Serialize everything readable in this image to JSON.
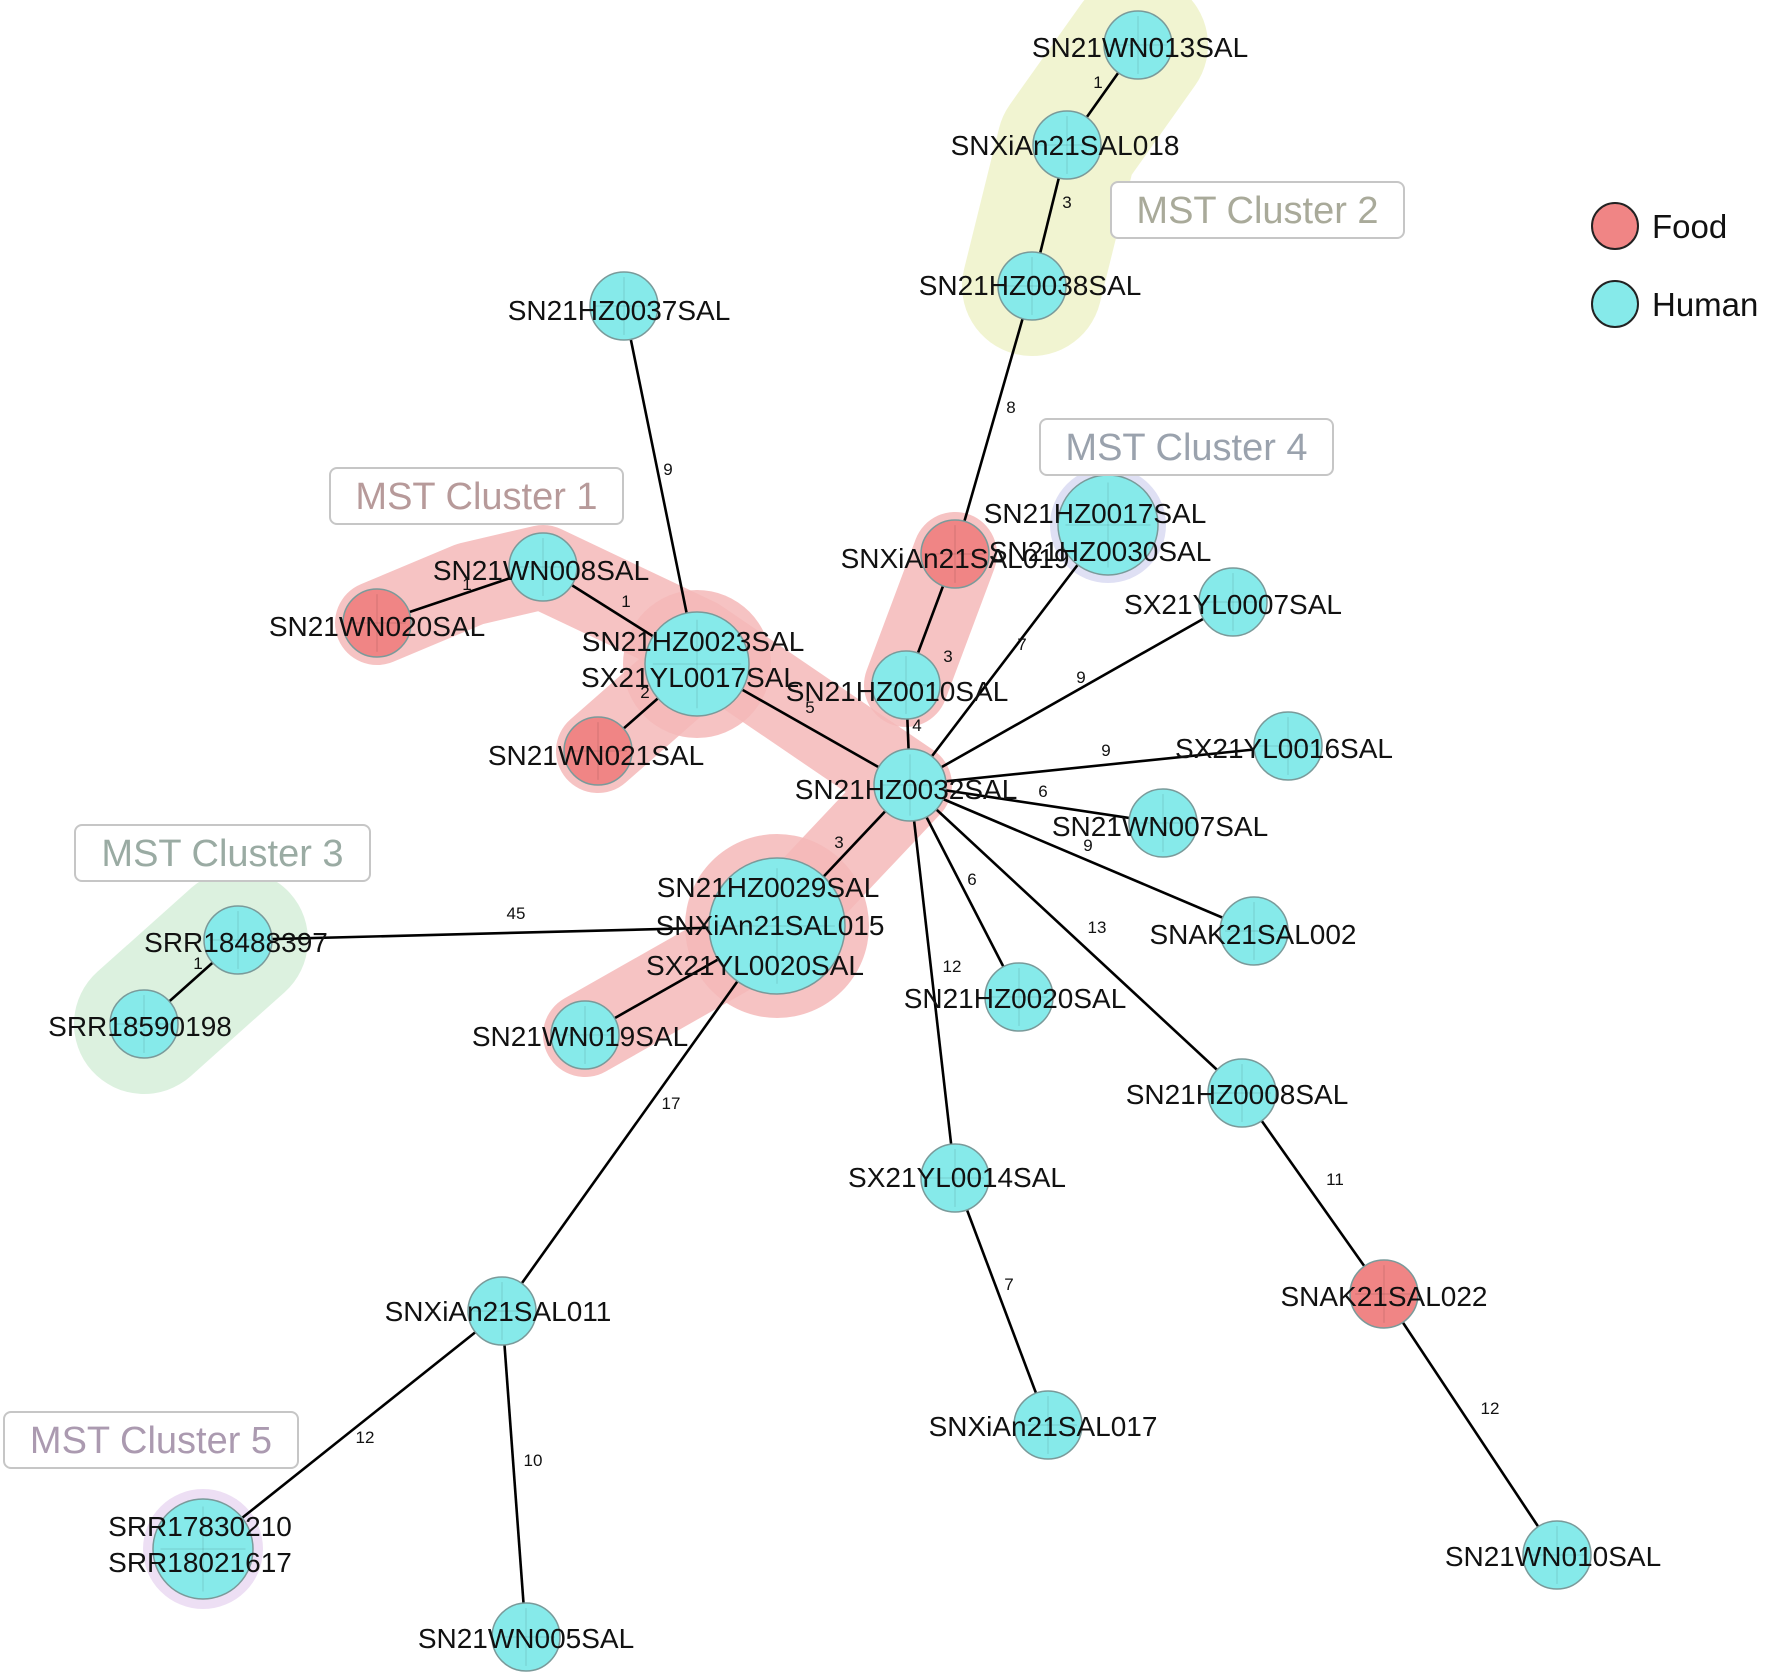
{
  "colors": {
    "Food": "#f08585",
    "Human": "#86eaea",
    "node_stroke": "#7a9a9a",
    "edge": "#000000",
    "cluster1": "#f5b9b9",
    "cluster2": "#eef2c9",
    "cluster3": "#d6efd9",
    "cluster4": "#d9dbf2",
    "cluster5": "#ead9f2"
  },
  "legend": [
    {
      "category": "Food",
      "label": "Food"
    },
    {
      "category": "Human",
      "label": "Human"
    }
  ],
  "clusters": [
    {
      "id": "c1",
      "label": "MST Cluster 1",
      "color": "cluster1",
      "text_color": "#b79a9a"
    },
    {
      "id": "c2",
      "label": "MST Cluster 2",
      "color": "cluster2",
      "text_color": "#a9aa9a"
    },
    {
      "id": "c3",
      "label": "MST Cluster 3",
      "color": "cluster3",
      "text_color": "#9aaba3"
    },
    {
      "id": "c4",
      "label": "MST Cluster 4",
      "color": "cluster4",
      "text_color": "#9aa2ad"
    },
    {
      "id": "c5",
      "label": "MST Cluster 5",
      "color": "cluster5",
      "text_color": "#ab9ab0"
    }
  ],
  "nodes": [
    {
      "id": "n1",
      "labels": [
        "SN21WN013SAL"
      ],
      "category": "Human"
    },
    {
      "id": "n2",
      "labels": [
        "SNXiAn21SAL018"
      ],
      "category": "Human"
    },
    {
      "id": "n3",
      "labels": [
        "SN21HZ0038SAL"
      ],
      "category": "Human"
    },
    {
      "id": "n4",
      "labels": [
        "SN21HZ0037SAL"
      ],
      "category": "Human"
    },
    {
      "id": "n5",
      "labels": [
        "SNXiAn21SAL019"
      ],
      "category": "Food"
    },
    {
      "id": "n6",
      "labels": [
        "SN21HZ0017SAL",
        "SN21HZ0030SAL"
      ],
      "category": "Human"
    },
    {
      "id": "n7",
      "labels": [
        "SX21YL0007SAL"
      ],
      "category": "Human"
    },
    {
      "id": "n8",
      "labels": [
        "SN21WN008SAL"
      ],
      "category": "Human"
    },
    {
      "id": "n9",
      "labels": [
        "SN21WN020SAL"
      ],
      "category": "Food"
    },
    {
      "id": "n10",
      "labels": [
        "SN21HZ0023SAL",
        "SX21YL0017SAL"
      ],
      "category": "Human"
    },
    {
      "id": "n11",
      "labels": [
        "SN21WN021SAL"
      ],
      "category": "Food"
    },
    {
      "id": "n12",
      "labels": [
        "SN21HZ0010SAL"
      ],
      "category": "Human"
    },
    {
      "id": "n13",
      "labels": [
        "SN21HZ0032SAL"
      ],
      "category": "Human"
    },
    {
      "id": "n14",
      "labels": [
        "SX21YL0016SAL"
      ],
      "category": "Human"
    },
    {
      "id": "n15",
      "labels": [
        "SN21WN007SAL"
      ],
      "category": "Human"
    },
    {
      "id": "n16",
      "labels": [
        "SNAK21SAL002"
      ],
      "category": "Human"
    },
    {
      "id": "n17",
      "labels": [
        "SN21HZ0029SAL",
        "SNXiAn21SAL015",
        "SX21YL0020SAL"
      ],
      "category": "Human"
    },
    {
      "id": "n18",
      "labels": [
        "SRR18488397"
      ],
      "category": "Human"
    },
    {
      "id": "n19",
      "labels": [
        "SRR18590198"
      ],
      "category": "Human"
    },
    {
      "id": "n20",
      "labels": [
        "SN21WN019SAL"
      ],
      "category": "Human"
    },
    {
      "id": "n21",
      "labels": [
        "SN21HZ0020SAL"
      ],
      "category": "Human"
    },
    {
      "id": "n22",
      "labels": [
        "SN21HZ0008SAL"
      ],
      "category": "Human"
    },
    {
      "id": "n23",
      "labels": [
        "SX21YL0014SAL"
      ],
      "category": "Human"
    },
    {
      "id": "n24",
      "labels": [
        "SNXiAn21SAL011"
      ],
      "category": "Human"
    },
    {
      "id": "n25",
      "labels": [
        "SNAK21SAL022"
      ],
      "category": "Food"
    },
    {
      "id": "n26",
      "labels": [
        "SNXiAn21SAL017"
      ],
      "category": "Human"
    },
    {
      "id": "n27",
      "labels": [
        "SRR17830210",
        "SRR18021617"
      ],
      "category": "Human"
    },
    {
      "id": "n28",
      "labels": [
        "SN21WN010SAL"
      ],
      "category": "Human"
    },
    {
      "id": "n29",
      "labels": [
        "SN21WN005SAL"
      ],
      "category": "Human"
    }
  ],
  "edges": [
    {
      "source": "n1",
      "target": "n2",
      "distance": "1"
    },
    {
      "source": "n2",
      "target": "n3",
      "distance": "3"
    },
    {
      "source": "n3",
      "target": "n5",
      "distance": "8"
    },
    {
      "source": "n5",
      "target": "n12",
      "distance": "3"
    },
    {
      "source": "n12",
      "target": "n13",
      "distance": "4"
    },
    {
      "source": "n4",
      "target": "n10",
      "distance": "9"
    },
    {
      "source": "n9",
      "target": "n8",
      "distance": "1"
    },
    {
      "source": "n8",
      "target": "n10",
      "distance": "1"
    },
    {
      "source": "n10",
      "target": "n11",
      "distance": "2"
    },
    {
      "source": "n10",
      "target": "n13",
      "distance": "5"
    },
    {
      "source": "n6",
      "target": "n13",
      "distance": "7"
    },
    {
      "source": "n7",
      "target": "n13",
      "distance": "9"
    },
    {
      "source": "n14",
      "target": "n13",
      "distance": "9"
    },
    {
      "source": "n15",
      "target": "n13",
      "distance": "6"
    },
    {
      "source": "n16",
      "target": "n13",
      "distance": "9"
    },
    {
      "source": "n21",
      "target": "n13",
      "distance": "6"
    },
    {
      "source": "n22",
      "target": "n13",
      "distance": "13"
    },
    {
      "source": "n23",
      "target": "n13",
      "distance": "12"
    },
    {
      "source": "n17",
      "target": "n13",
      "distance": "3"
    },
    {
      "source": "n18",
      "target": "n17",
      "distance": "45"
    },
    {
      "source": "n18",
      "target": "n19",
      "distance": "1"
    },
    {
      "source": "n20",
      "target": "n17",
      "distance": ""
    },
    {
      "source": "n17",
      "target": "n24",
      "distance": "17"
    },
    {
      "source": "n24",
      "target": "n27",
      "distance": "12"
    },
    {
      "source": "n24",
      "target": "n29",
      "distance": "10"
    },
    {
      "source": "n23",
      "target": "n26",
      "distance": "7"
    },
    {
      "source": "n22",
      "target": "n25",
      "distance": "11"
    },
    {
      "source": "n25",
      "target": "n28",
      "distance": "12"
    }
  ]
}
